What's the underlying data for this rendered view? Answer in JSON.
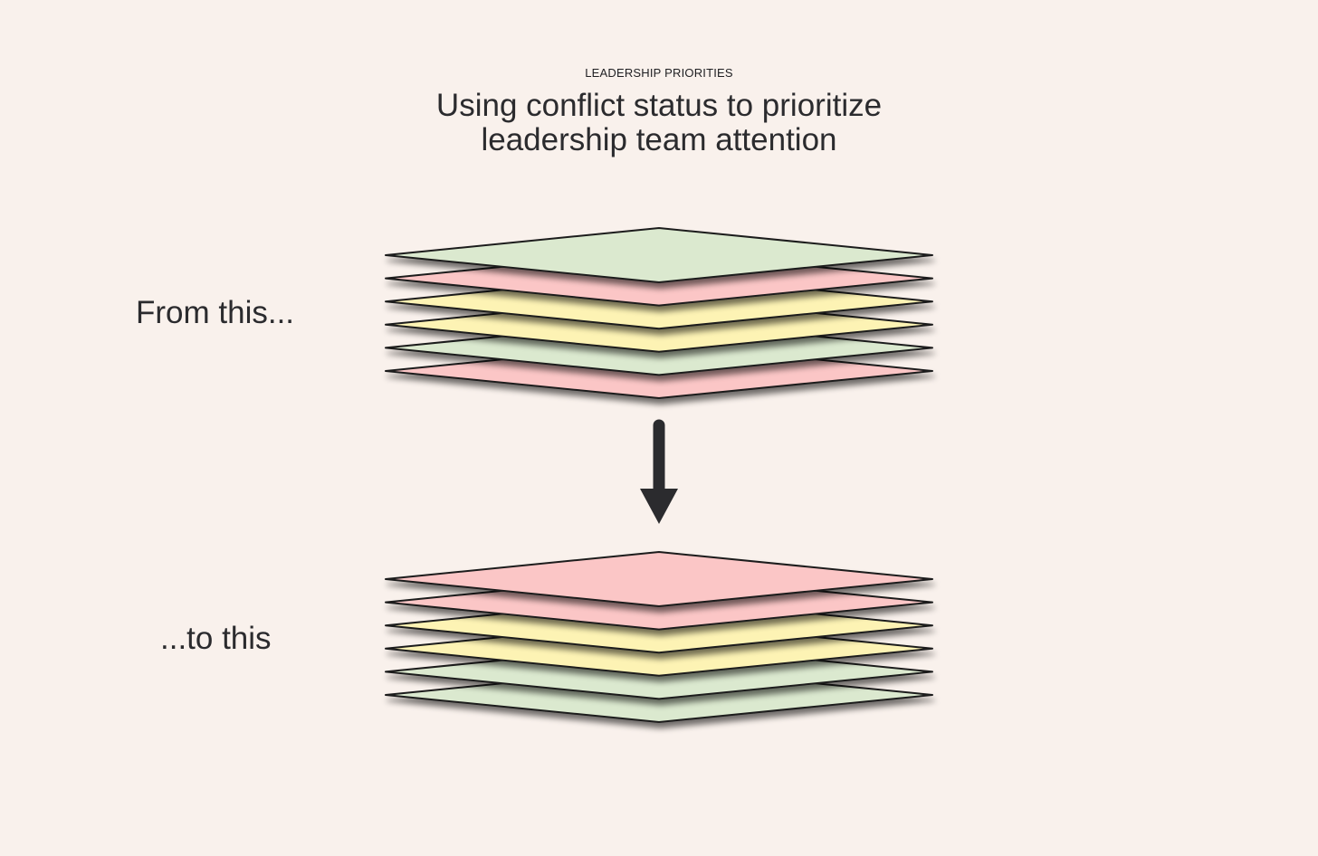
{
  "header": {
    "eyebrow": "LEADERSHIP PRIORITIES",
    "title_line1": "Using conflict status to prioritize",
    "title_line2": "leadership team attention"
  },
  "labels": {
    "from": "From this...",
    "to": "...to this"
  },
  "colors": {
    "background": "#f9f1ec",
    "green": "#dbe9cf",
    "red": "#fbc6c6",
    "yellow": "#fdf3b4",
    "stroke": "#1c1c1c",
    "arrow": "#2b2b2e"
  },
  "stacks": {
    "from": {
      "layers_top_to_bottom": [
        "green",
        "red",
        "yellow",
        "yellow",
        "green",
        "red"
      ]
    },
    "to": {
      "layers_top_to_bottom": [
        "red",
        "red",
        "yellow",
        "yellow",
        "green",
        "green"
      ]
    }
  },
  "arrow": {
    "direction": "down"
  }
}
